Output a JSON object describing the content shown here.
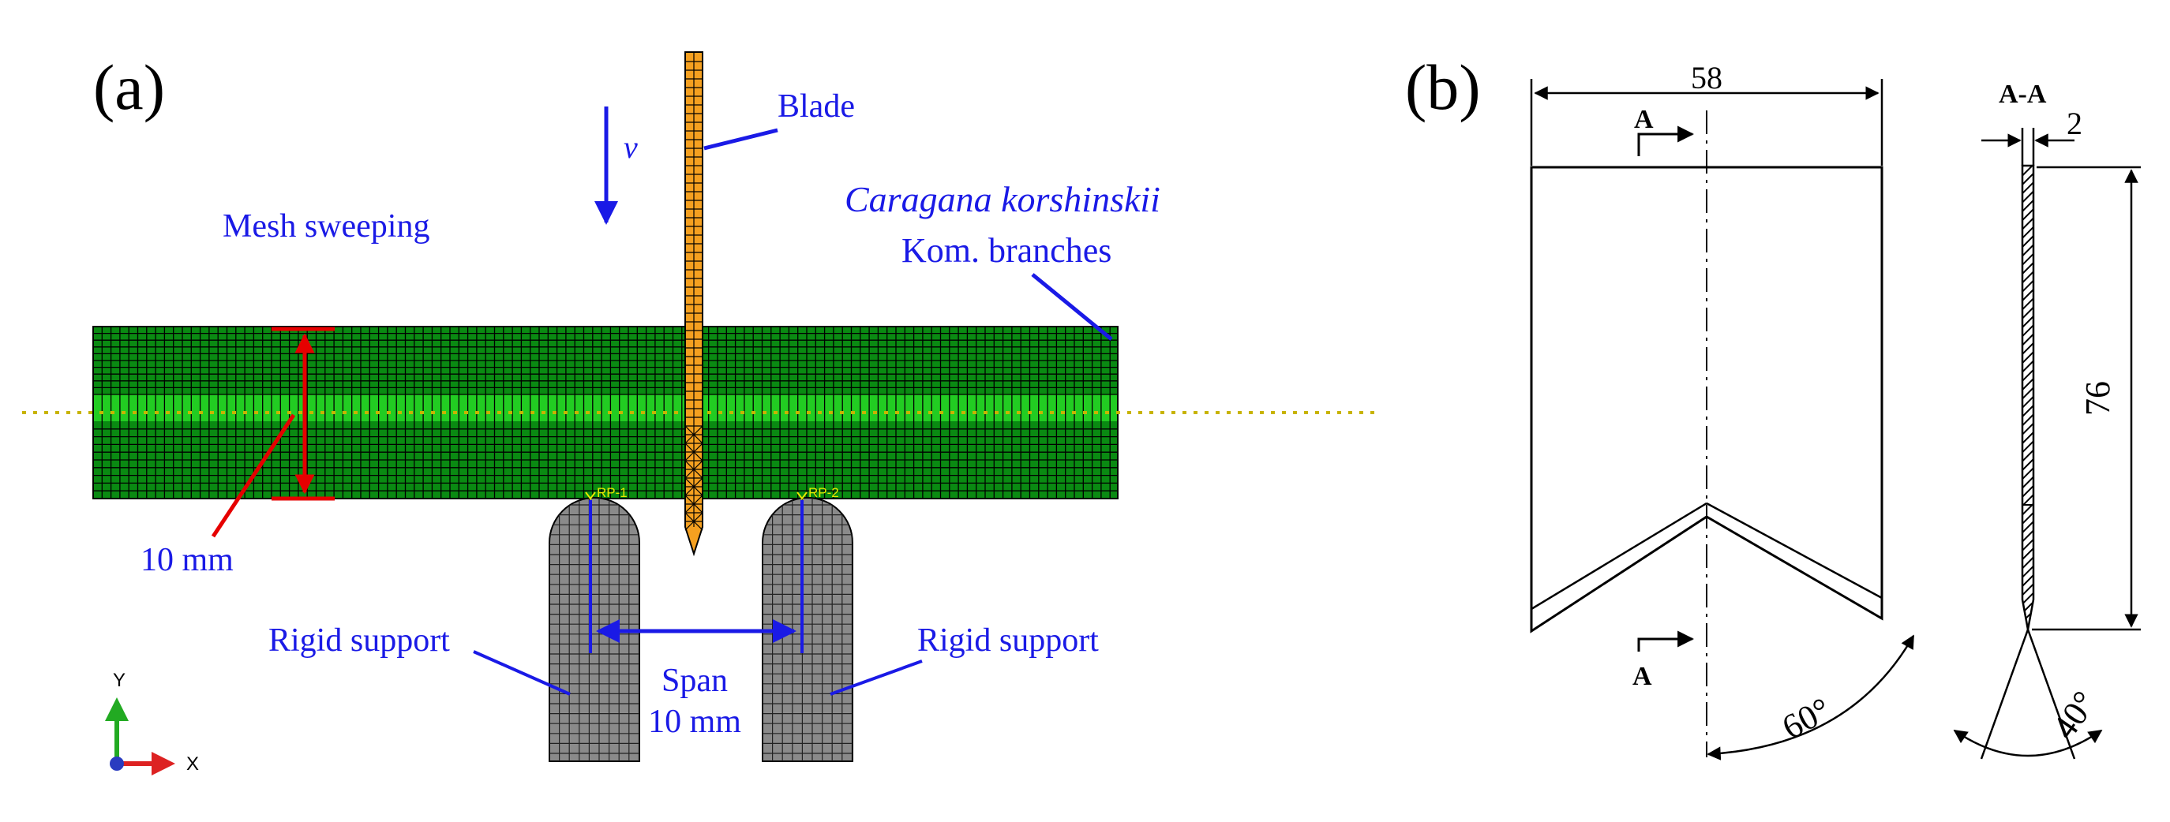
{
  "panel_a": {
    "label": "(a)",
    "velocity_label": "v",
    "mesh_sweeping_label": "Mesh sweeping",
    "blade_label": "Blade",
    "species_label": "Caragana korshinskii",
    "branches_label": "Kom. branches",
    "diameter_label": "10 mm",
    "rp1_label": "RP-1",
    "rp2_label": "RP-2",
    "rigid_support_left_label": "Rigid support",
    "rigid_support_right_label": "Rigid support",
    "span_label": "Span",
    "span_value_label": "10 mm",
    "axis_y_label": "Y",
    "axis_x_label": "X",
    "colors": {
      "branch_mesh": "#0a8a12",
      "branch_center_band": "#22cc22",
      "blade": "#f5a020",
      "support": "#8a8a8a",
      "annotation_blue": "#1a1ae6",
      "dimension_red": "#e60000",
      "centerline": "#c8b400"
    }
  },
  "panel_b": {
    "label": "(b)",
    "width_dim": "58",
    "section_marker_top": "A",
    "section_marker_bottom": "A",
    "section_title": "A-A",
    "thickness_dim": "2",
    "height_dim": "76",
    "edge_angle": "60°",
    "wedge_angle": "40°"
  }
}
